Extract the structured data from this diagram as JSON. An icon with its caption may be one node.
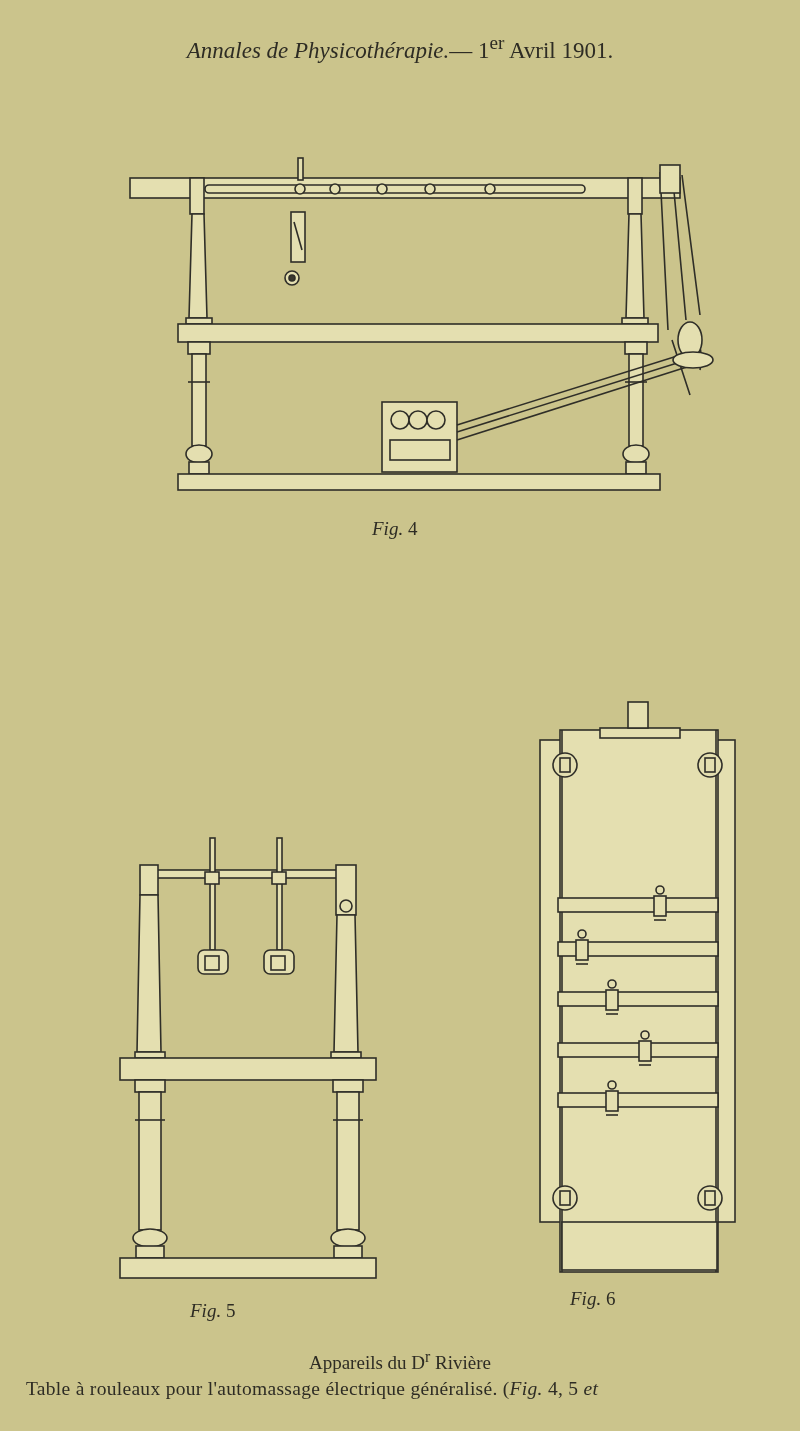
{
  "diagram": {
    "title": "*Annales de Physicothérapie.*— 1$^{er}$ Avril 1901.",
    "caption": "Appareils du D$^{r}$ Rivière",
    "labels": [
      "*Fig.* 4",
      "*Fig.* 5",
      "*Fig.* 6",
      "Table à rouleaux pour l'automassage électrique généralisé. (*Fig.* 4, 5 *et*"
    ]
  }
}
